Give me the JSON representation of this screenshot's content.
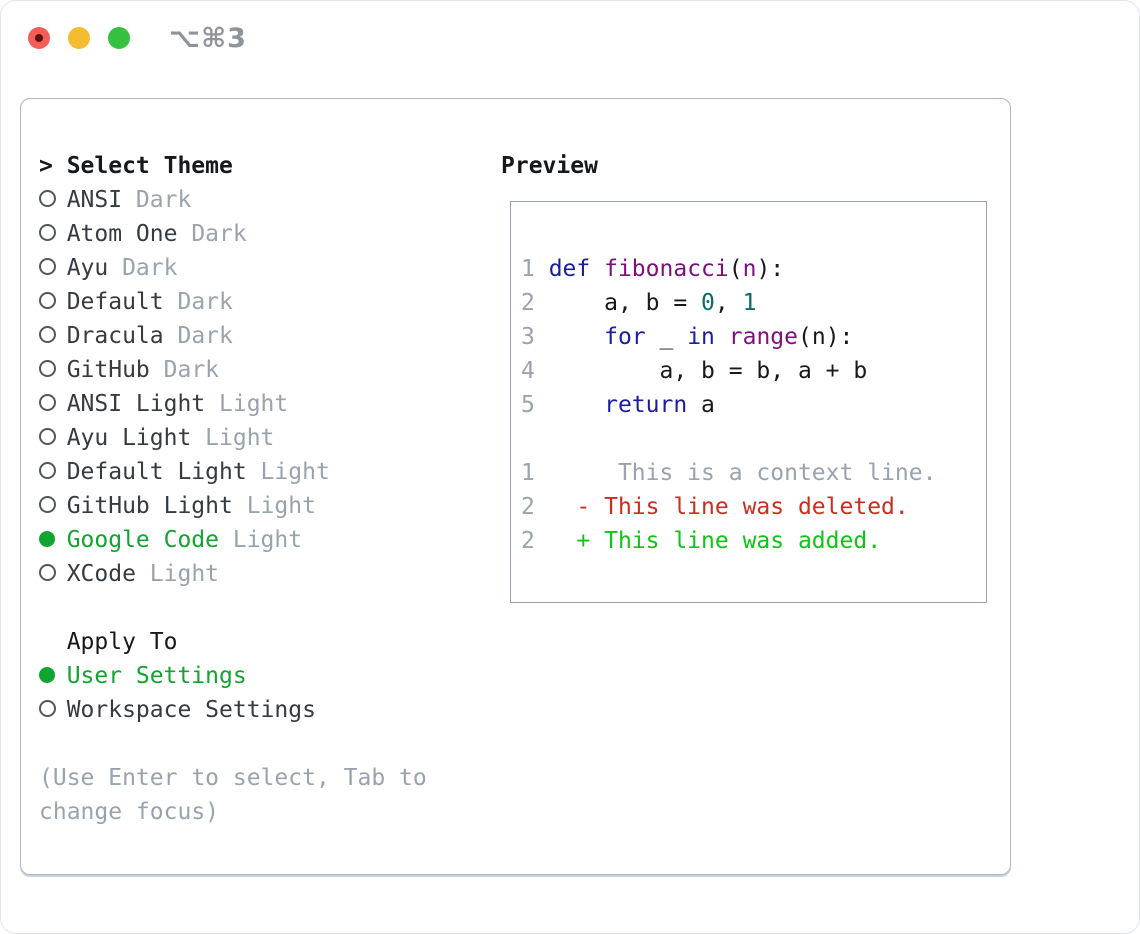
{
  "window": {
    "title": "⌥⌘3",
    "traffic_lights": [
      {
        "name": "close",
        "color": "#f35f58",
        "has_inner_dot": true
      },
      {
        "name": "minimize",
        "color": "#f5bb31",
        "has_inner_dot": false
      },
      {
        "name": "zoom",
        "color": "#35c13f",
        "has_inner_dot": false
      }
    ]
  },
  "theme_picker": {
    "prompt": ">",
    "title": "Select Theme",
    "items": [
      {
        "name": "ANSI",
        "variant": "Dark",
        "selected": false
      },
      {
        "name": "Atom One",
        "variant": "Dark",
        "selected": false
      },
      {
        "name": "Ayu",
        "variant": "Dark",
        "selected": false
      },
      {
        "name": "Default",
        "variant": "Dark",
        "selected": false
      },
      {
        "name": "Dracula",
        "variant": "Dark",
        "selected": false
      },
      {
        "name": "GitHub",
        "variant": "Dark",
        "selected": false
      },
      {
        "name": "ANSI Light",
        "variant": "Light",
        "selected": false
      },
      {
        "name": "Ayu Light",
        "variant": "Light",
        "selected": false
      },
      {
        "name": "Default Light",
        "variant": "Light",
        "selected": false
      },
      {
        "name": "GitHub Light",
        "variant": "Light",
        "selected": false
      },
      {
        "name": "Google Code",
        "variant": "Light",
        "selected": true
      },
      {
        "name": "XCode",
        "variant": "Light",
        "selected": false
      }
    ],
    "apply_to": {
      "title": "Apply To",
      "options": [
        {
          "name": "User Settings",
          "selected": true
        },
        {
          "name": "Workspace Settings",
          "selected": false
        }
      ]
    },
    "hint_line1": "(Use Enter to select, Tab to",
    "hint_line2": "change focus)"
  },
  "preview": {
    "title": "Preview",
    "code_lines": [
      [
        [
          "num",
          "1 "
        ],
        [
          "kwd",
          "def"
        ],
        [
          "pln",
          " "
        ],
        [
          "typ",
          "fibonacci"
        ],
        [
          "pln",
          "("
        ],
        [
          "typ",
          "n"
        ],
        [
          "pln",
          "):"
        ]
      ],
      [
        [
          "num",
          "2 "
        ],
        [
          "pln",
          "    a, b = "
        ],
        [
          "lit",
          "0"
        ],
        [
          "pln",
          ", "
        ],
        [
          "lit",
          "1"
        ]
      ],
      [
        [
          "num",
          "3 "
        ],
        [
          "pln",
          "    "
        ],
        [
          "kwd",
          "for"
        ],
        [
          "pln",
          " _ "
        ],
        [
          "kwd",
          "in"
        ],
        [
          "pln",
          " "
        ],
        [
          "typ",
          "range"
        ],
        [
          "pln",
          "(n):"
        ]
      ],
      [
        [
          "num",
          "4 "
        ],
        [
          "pln",
          "        a, b = b, a + b"
        ]
      ],
      [
        [
          "num",
          "5 "
        ],
        [
          "pln",
          "    "
        ],
        [
          "kwd",
          "return"
        ],
        [
          "pln",
          " a"
        ]
      ],
      [],
      [
        [
          "num",
          "1"
        ],
        [
          "ctx",
          "      This is a context line."
        ]
      ],
      [
        [
          "num",
          "2"
        ],
        [
          "del",
          "   - This line was deleted."
        ]
      ],
      [
        [
          "num",
          "2"
        ],
        [
          "add",
          "   + This line was added."
        ]
      ]
    ]
  },
  "colors": {
    "selected_green": "#12a331",
    "added_green": "#0fc414",
    "deleted_red": "#cb2e1d",
    "keyword_blue": "#1c1d9e",
    "type_purple": "#7d0f7d",
    "literal_teal": "#0b6b6b",
    "muted_gray": "#9aa3ad",
    "text_dark": "#363b42",
    "panel_border": "#aeb7c2"
  }
}
